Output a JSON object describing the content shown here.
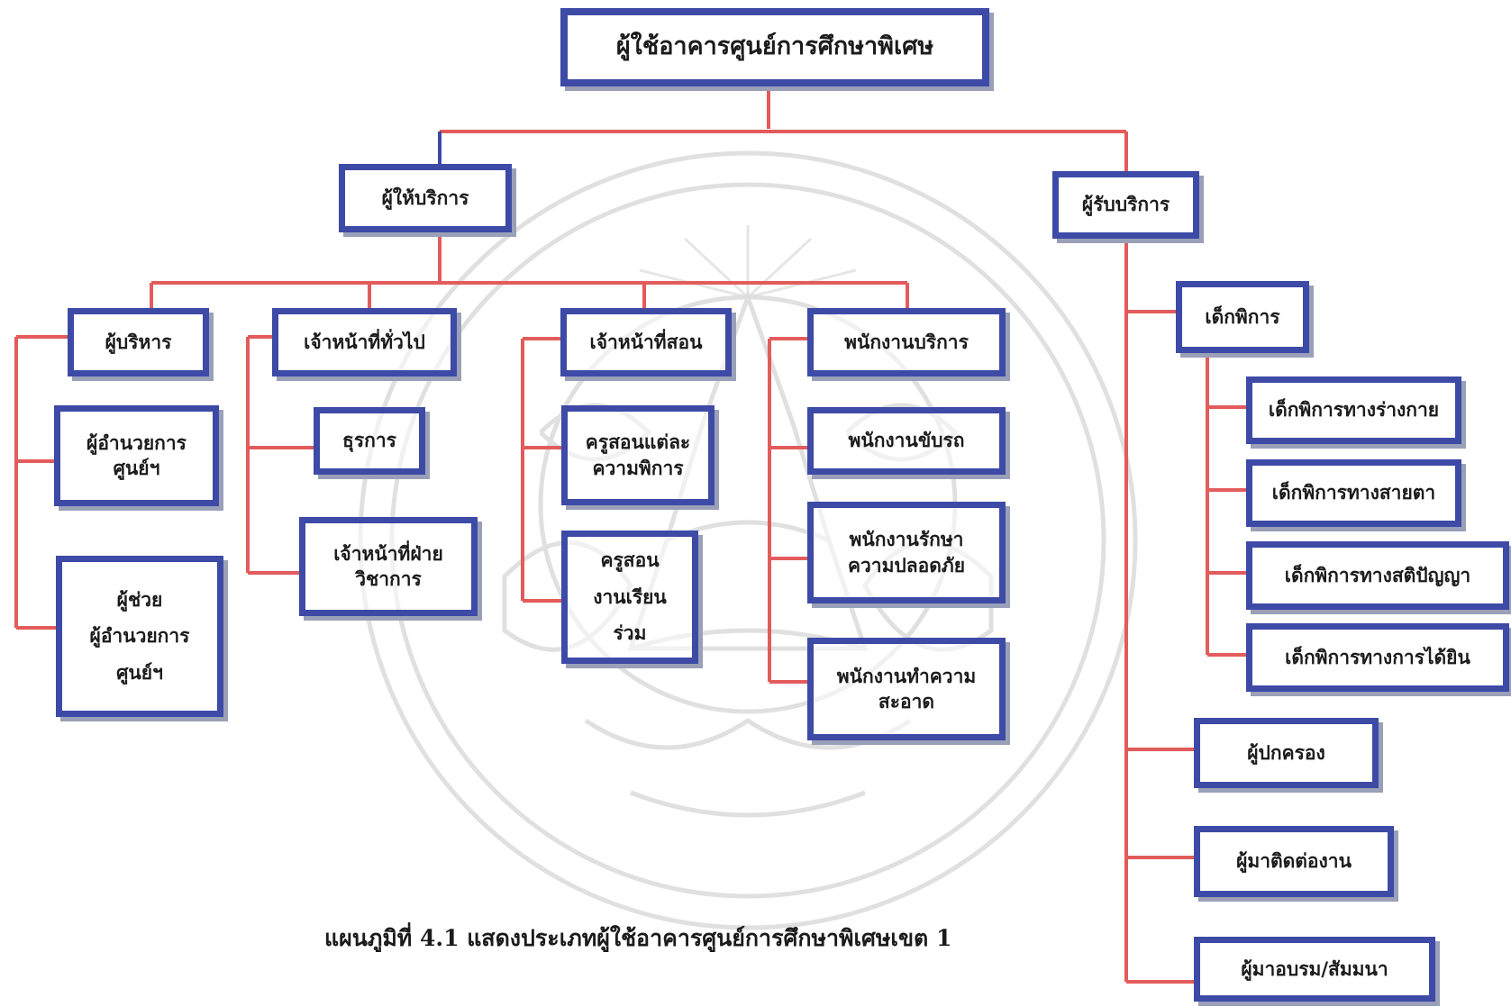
{
  "colors": {
    "box_border": "#3d4aa6",
    "connector": "#e35b5b",
    "text": "#1b1b1b",
    "watermark": "#cfcfcf"
  },
  "diagram": {
    "root": "ผู้ใช้อาคารศูนย์การศึกษาพิเศษ",
    "providers": {
      "label": "ผู้ให้บริการ",
      "admin": {
        "label": "ผู้บริหาร",
        "director_lines": [
          "ผู้อำนวยการ",
          "ศูนย์ฯ"
        ],
        "assistant_lines": [
          "ผู้ช่วย",
          "ผู้อำนวยการ",
          "ศูนย์ฯ"
        ]
      },
      "general_staff": {
        "label": "เจ้าหน้าที่ทั่วไป",
        "clerical": "ธุรการ",
        "academic_lines": [
          "เจ้าหน้าที่ฝ่าย",
          "วิชาการ"
        ]
      },
      "teaching_staff": {
        "label": "เจ้าหน้าที่สอน",
        "disability_teacher_lines": [
          "ครูสอนแต่ละ",
          "ความพิการ"
        ],
        "inclusive_teacher_lines": [
          "ครูสอน",
          "งานเรียน",
          "ร่วม"
        ]
      },
      "service_staff": {
        "label": "พนักงานบริการ",
        "driver": "พนักงานขับรถ",
        "security_lines": [
          "พนักงานรักษา",
          "ความปลอดภัย"
        ],
        "cleaning_lines": [
          "พนักงานทำความ",
          "สะอาด"
        ]
      }
    },
    "receivers": {
      "label": "ผู้รับบริการ",
      "children": {
        "label": "เด็กพิการ",
        "physical": "เด็กพิการทางร่างกาย",
        "visual": "เด็กพิการทางสายตา",
        "intellectual": "เด็กพิการทางสติปัญญา",
        "hearing": "เด็กพิการทางการได้ยิน"
      },
      "parents": "ผู้ปกครอง",
      "contacts": "ผู้มาติดต่องาน",
      "trainees": "ผู้มาอบรม/สัมมนา"
    }
  },
  "caption": "แผนภูมิที่ 4.1 แสดงประเภทผู้ใช้อาคารศูนย์การศึกษาพิเศษเขต 1"
}
